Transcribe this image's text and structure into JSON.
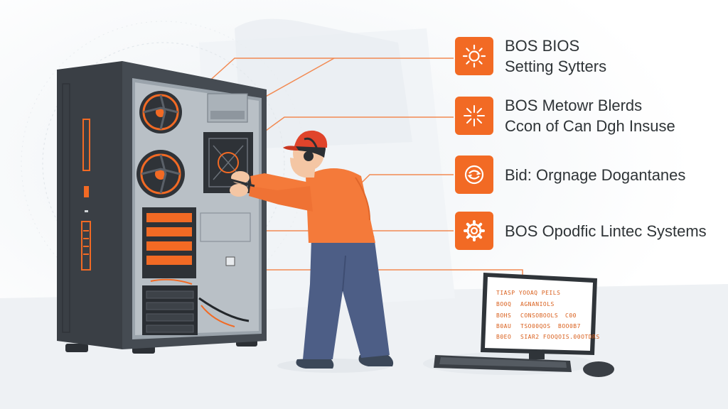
{
  "callouts": [
    {
      "icon": "sun-icon",
      "lines": [
        "BOS BIOS",
        "Setting Sytters"
      ]
    },
    {
      "icon": "spark-icon",
      "lines": [
        "BOS Metowr Blerds",
        "Ccon of Can Dgh Insuse"
      ]
    },
    {
      "icon": "cycle-arrows-icon",
      "lines": [
        "Bid: Orgnage Dogantanes"
      ]
    },
    {
      "icon": "gear-icon",
      "lines": [
        "BOS Opodfic Lintec Systems"
      ]
    }
  ],
  "monitor_screen": {
    "rows": [
      [
        "TIASP YOOAQ PEILS"
      ],
      [
        "BO0Q",
        "AGNANIOLS"
      ],
      [
        "BOHS",
        "CONSOBOOLS",
        "C00"
      ],
      [
        "B0AU",
        "TSO00QOS",
        "BOO0B7"
      ],
      [
        "B0EO",
        "SIAR2 FOOQOIS.00OTDRS"
      ]
    ]
  },
  "colors": {
    "accent": "#f26a24",
    "tower": "#3a3f45",
    "shirt": "#f47a3a",
    "pants": "#4d5e86",
    "text": "#2f3437"
  }
}
